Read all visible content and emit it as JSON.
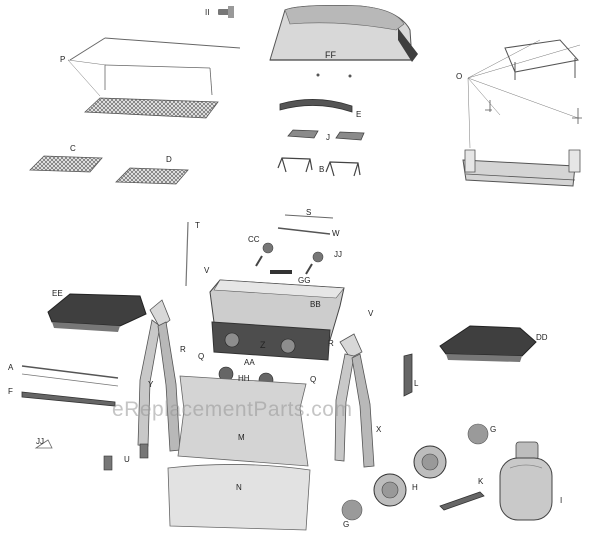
{
  "labels": {
    "II": "II",
    "FF": "FF",
    "P": "P",
    "O": "O",
    "E": "E",
    "J": "J",
    "B": "B",
    "C": "C",
    "D": "D",
    "S": "S",
    "T": "T",
    "W": "W",
    "CC": "CC",
    "JJ": "JJ",
    "V": "V",
    "GG": "GG",
    "BB": "BB",
    "EE": "EE",
    "DD": "DD",
    "R": "R",
    "Z": "Z",
    "AA": "AA",
    "Q": "Q",
    "HH": "HH",
    "A": "A",
    "F": "F",
    "Y": "Y",
    "L": "L",
    "X": "X",
    "M": "M",
    "G": "G",
    "H": "H",
    "U": "U",
    "K": "K",
    "N": "N",
    "I": "I"
  },
  "watermark": "eReplacementParts.com",
  "colors": {
    "line": "#555555",
    "part_dark": "#4a4a4a",
    "part_mid": "#9a9a9a",
    "part_light": "#d6d6d6",
    "background": "#ffffff"
  }
}
